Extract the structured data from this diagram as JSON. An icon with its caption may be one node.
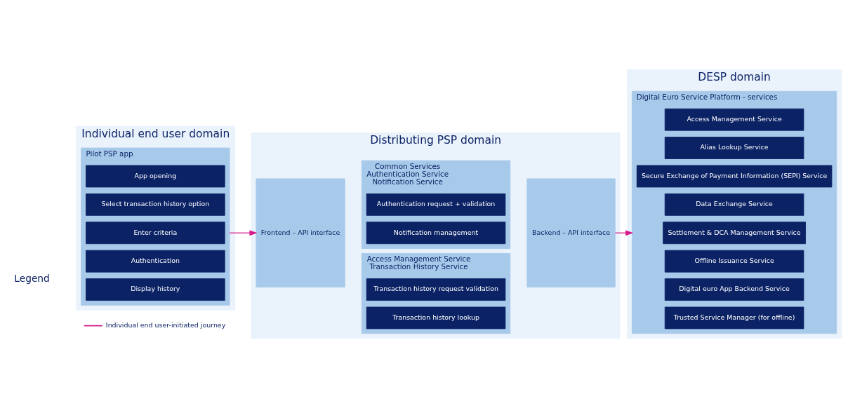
{
  "diagram": {
    "nodes": [
      {
        "text": [
          "Individual end user domain"
        ]
      },
      {
        "text": [
          "Pilot PSP app"
        ],
        "in": 0
      },
      {
        "text": [
          "App opening"
        ],
        "in": 1
      },
      {
        "text": [
          "Select transaction history option"
        ],
        "in": 1
      },
      {
        "text": [
          "Enter criteria"
        ],
        "in": 1
      },
      {
        "text": [
          "Authentication"
        ],
        "in": 1
      },
      {
        "text": [
          "Display history"
        ],
        "in": 1
      },
      {
        "text": [
          "Distributing PSP domain"
        ]
      },
      {
        "text": [
          "Frontend – API interface"
        ],
        "in": 7
      },
      {
        "text": [
          "Access Management Service",
          "Transaction History Service"
        ],
        "in": 7
      },
      {
        "text": [
          "Transaction history request validation"
        ],
        "in": 9
      },
      {
        "text": [
          "Transaction history lookup"
        ],
        "in": 9
      },
      {
        "text": [
          "Common Services",
          "Authentication Service",
          "Notification Service"
        ],
        "in": 7
      },
      {
        "text": [
          "Authentication request + validation"
        ],
        "in": 12
      },
      {
        "text": [
          "Notification management"
        ],
        "in": 12
      },
      {
        "text": [
          "Backend – API interface"
        ],
        "in": 7
      },
      {
        "text": [
          "DESP domain"
        ]
      },
      {
        "text": [
          "Digital Euro Service Platform - services"
        ],
        "in": 16
      },
      {
        "text": [
          "Access Management Service"
        ],
        "in": 17
      },
      {
        "text": [
          "Alias Lookup Service"
        ],
        "in": 17
      },
      {
        "text": [
          "Secure Exchange of Payment Information (SEPI) Service"
        ],
        "in": 17
      },
      {
        "text": [
          "Data Exchange Service"
        ],
        "in": 17
      },
      {
        "text": [
          "Settlement & DCA Management Service"
        ],
        "in": 17
      },
      {
        "text": [
          "Offline Issuance Service"
        ],
        "in": 17
      },
      {
        "text": [
          "Digital euro App Backend Service"
        ],
        "in": 17
      },
      {
        "text": [
          "Trusted Service Manager (for offline)"
        ],
        "in": 17
      }
    ],
    "edges": [
      {
        "from": 1,
        "to": 8,
        "arrow": "to",
        "color": "#d6188a"
      },
      {
        "from": 15,
        "to": 17,
        "arrow": "to",
        "color": "#d6188a"
      }
    ],
    "labels": [
      "Legend"
    ],
    "legend": [
      {
        "text": "Individual end user-initiated journey"
      }
    ]
  }
}
